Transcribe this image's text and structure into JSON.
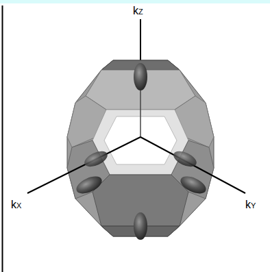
{
  "diagram": {
    "labels": [
      "kZ",
      "kX",
      "kY"
    ]
  }
}
